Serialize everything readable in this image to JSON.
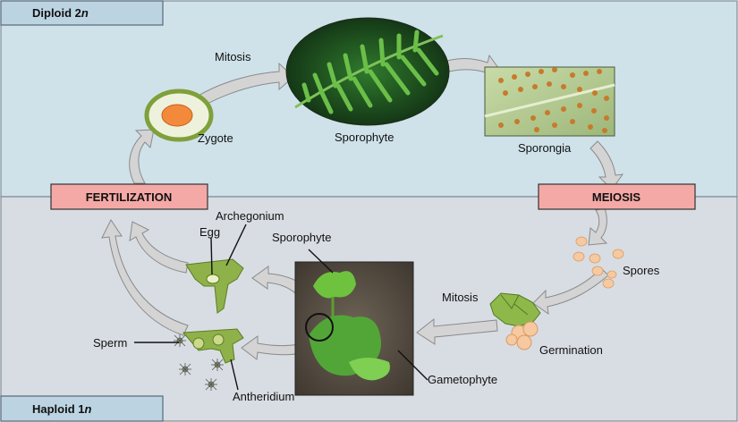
{
  "regions": {
    "diploid": {
      "prefix": "Diploid 2",
      "italic": "n"
    },
    "haploid": {
      "prefix": "Haploid 1",
      "italic": "n"
    }
  },
  "stages": {
    "fertilization": "FERTILIZATION",
    "meiosis": "MEIOSIS"
  },
  "labels": {
    "mitosis_top": "Mitosis",
    "zygote": "Zygote",
    "sporophyte_top": "Sporophyte",
    "sporangia": "Sporongia",
    "archegonium": "Archegonium",
    "egg": "Egg",
    "sporophyte_young": "Sporophyte",
    "spores": "Spores",
    "mitosis_bottom": "Mitosis",
    "germination": "Germination",
    "sperm": "Sperm",
    "antheridium": "Antheridium",
    "gametophyte": "Gametophyte"
  },
  "colors": {
    "diploid_bg": "#cfe2ea",
    "haploid_bg": "#d8dde3",
    "stage_box": "#f4a9a6",
    "header_box": "#bcd4e2",
    "arrow_fill": "#d4d4d4",
    "arrow_stroke": "#8a8a8a"
  }
}
